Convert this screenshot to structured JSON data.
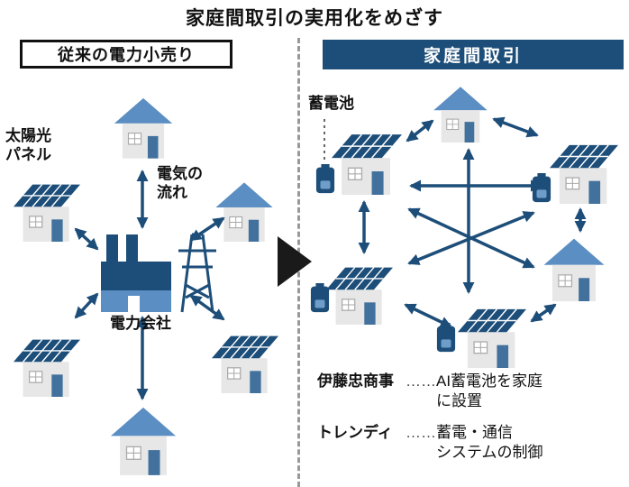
{
  "title": "家庭間取引の実用化をめざす",
  "left_panel": {
    "header": "従来の電力小売り",
    "labels": {
      "solar_panel": "太陽光\nパネル",
      "electricity_flow": "電気の\n流れ",
      "power_company": "電力会社"
    }
  },
  "right_panel": {
    "header": "家庭間取引",
    "battery_label": "蓄電池",
    "annotations": [
      {
        "name": "伊藤忠商事",
        "leader": "……",
        "desc": "AI蓄電池を家庭\nに設置"
      },
      {
        "name": "トレンディ",
        "leader": "……",
        "desc": "蓄電・通信\nシステムの制御"
      }
    ]
  },
  "colors": {
    "navy": "#1d4e79",
    "roof_blue": "#5b8ec2",
    "house_body": "#e7e7e7",
    "door_blue": "#41719c",
    "header_bg": "#1d4e79",
    "arrow": "#1d4e79",
    "transition_triangle": "#1a1a1a"
  },
  "icons": {
    "house-icon": "plain-house-shape",
    "solar-house-icon": "house-with-solar-panel-roof",
    "battery-icon": "storage-battery-shape",
    "power-plant-icon": "factory-with-chimneys",
    "transmission-tower-icon": "lattice-pylon",
    "flow-arrow": "double-headed-arrow",
    "panel-transition-arrow-icon": "black-right-triangle"
  }
}
